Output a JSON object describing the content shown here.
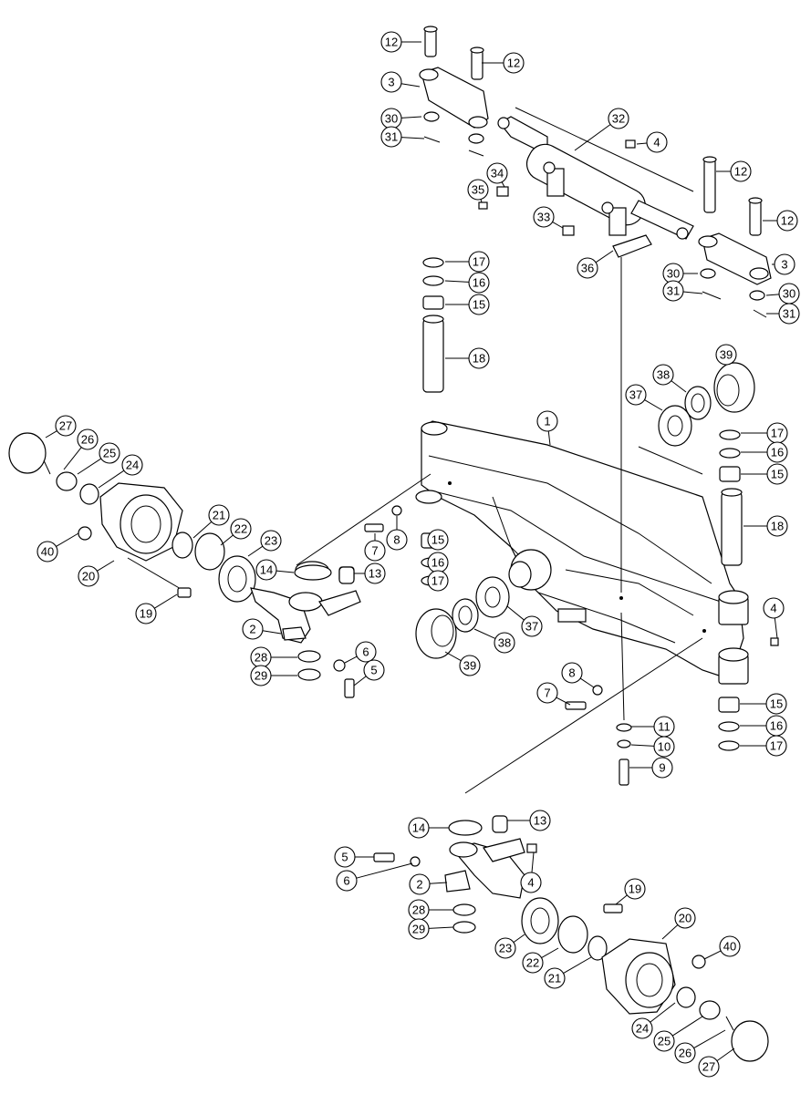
{
  "callouts": [
    {
      "id": "c1",
      "label": "12"
    },
    {
      "id": "c2",
      "label": "12"
    },
    {
      "id": "c3",
      "label": "3"
    },
    {
      "id": "c4",
      "label": "30"
    },
    {
      "id": "c5",
      "label": "31"
    },
    {
      "id": "c6",
      "label": "32"
    },
    {
      "id": "c7",
      "label": "4"
    },
    {
      "id": "c8",
      "label": "34"
    },
    {
      "id": "c9",
      "label": "35"
    },
    {
      "id": "c10",
      "label": "33"
    },
    {
      "id": "c11",
      "label": "12"
    },
    {
      "id": "c12",
      "label": "12"
    },
    {
      "id": "c13",
      "label": "3"
    },
    {
      "id": "c14",
      "label": "36"
    },
    {
      "id": "c15",
      "label": "30"
    },
    {
      "id": "c16",
      "label": "30"
    },
    {
      "id": "c17",
      "label": "31"
    },
    {
      "id": "c18",
      "label": "31"
    },
    {
      "id": "c19",
      "label": "17"
    },
    {
      "id": "c20",
      "label": "16"
    },
    {
      "id": "c21",
      "label": "15"
    },
    {
      "id": "c22",
      "label": "18"
    },
    {
      "id": "c23",
      "label": "39"
    },
    {
      "id": "c24",
      "label": "38"
    },
    {
      "id": "c25",
      "label": "37"
    },
    {
      "id": "c26",
      "label": "1"
    },
    {
      "id": "c27",
      "label": "17"
    },
    {
      "id": "c28",
      "label": "16"
    },
    {
      "id": "c29",
      "label": "15"
    },
    {
      "id": "c30",
      "label": "18"
    },
    {
      "id": "c31",
      "label": "27"
    },
    {
      "id": "c32",
      "label": "26"
    },
    {
      "id": "c33",
      "label": "25"
    },
    {
      "id": "c34",
      "label": "24"
    },
    {
      "id": "c35",
      "label": "21"
    },
    {
      "id": "c36",
      "label": "22"
    },
    {
      "id": "c37",
      "label": "23"
    },
    {
      "id": "c38",
      "label": "40"
    },
    {
      "id": "c39",
      "label": "20"
    },
    {
      "id": "c40",
      "label": "19"
    },
    {
      "id": "c41",
      "label": "14"
    },
    {
      "id": "c42",
      "label": "13"
    },
    {
      "id": "c43",
      "label": "7"
    },
    {
      "id": "c44",
      "label": "8"
    },
    {
      "id": "c45",
      "label": "15"
    },
    {
      "id": "c46",
      "label": "16"
    },
    {
      "id": "c47",
      "label": "17"
    },
    {
      "id": "c48",
      "label": "37"
    },
    {
      "id": "c49",
      "label": "38"
    },
    {
      "id": "c50",
      "label": "39"
    },
    {
      "id": "c51",
      "label": "2"
    },
    {
      "id": "c52",
      "label": "6"
    },
    {
      "id": "c53",
      "label": "5"
    },
    {
      "id": "c54",
      "label": "28"
    },
    {
      "id": "c55",
      "label": "29"
    },
    {
      "id": "c56",
      "label": "4"
    },
    {
      "id": "c57",
      "label": "8"
    },
    {
      "id": "c58",
      "label": "7"
    },
    {
      "id": "c59",
      "label": "15"
    },
    {
      "id": "c60",
      "label": "16"
    },
    {
      "id": "c61",
      "label": "17"
    },
    {
      "id": "c62",
      "label": "11"
    },
    {
      "id": "c63",
      "label": "10"
    },
    {
      "id": "c64",
      "label": "9"
    },
    {
      "id": "c65",
      "label": "14"
    },
    {
      "id": "c66",
      "label": "13"
    },
    {
      "id": "c67",
      "label": "5"
    },
    {
      "id": "c68",
      "label": "6"
    },
    {
      "id": "c69",
      "label": "4"
    },
    {
      "id": "c70",
      "label": "2"
    },
    {
      "id": "c71",
      "label": "28"
    },
    {
      "id": "c72",
      "label": "29"
    },
    {
      "id": "c73",
      "label": "19"
    },
    {
      "id": "c74",
      "label": "20"
    },
    {
      "id": "c75",
      "label": "40"
    },
    {
      "id": "c76",
      "label": "23"
    },
    {
      "id": "c77",
      "label": "22"
    },
    {
      "id": "c78",
      "label": "21"
    },
    {
      "id": "c79",
      "label": "24"
    },
    {
      "id": "c80",
      "label": "25"
    },
    {
      "id": "c81",
      "label": "26"
    },
    {
      "id": "c82",
      "label": "27"
    }
  ]
}
